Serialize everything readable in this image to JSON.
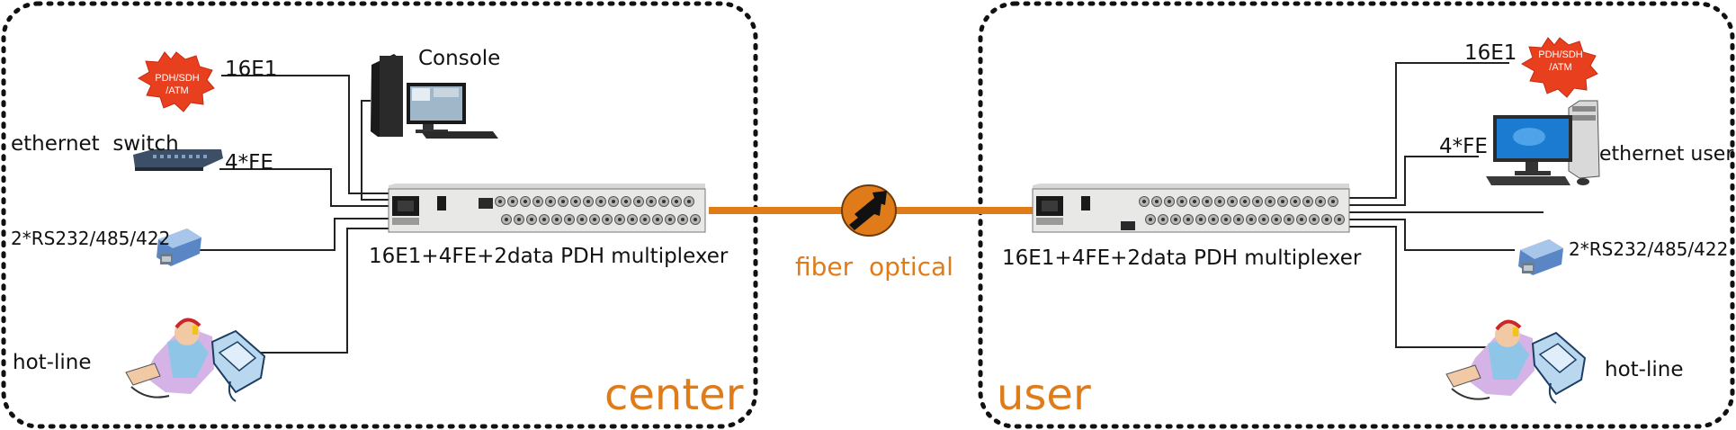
{
  "center": {
    "zone_label": "center",
    "e1_label": "16E1",
    "pdh_badge": [
      "PDH/SDH",
      "/ATM"
    ],
    "console_label": "Console",
    "ethernet_label": "ethernet  switch",
    "fe_label": "4*FE",
    "rs_label": "2*RS232/485/422",
    "hotline_label": "hot-line",
    "mux_label": "16E1+4FE+2data PDH multiplexer"
  },
  "link": {
    "label": "fiber  optical",
    "color": "#e07b1a"
  },
  "user": {
    "zone_label": "user",
    "e1_label": "16E1",
    "pdh_badge": [
      "PDH/SDH",
      "/ATM"
    ],
    "fe_label": "4*FE",
    "ethernet_label": "ethernet user",
    "rs_label": "2*RS232/485/422",
    "hotline_label": "hot-line",
    "mux_label": "16E1+4FE+2data PDH multiplexer"
  }
}
